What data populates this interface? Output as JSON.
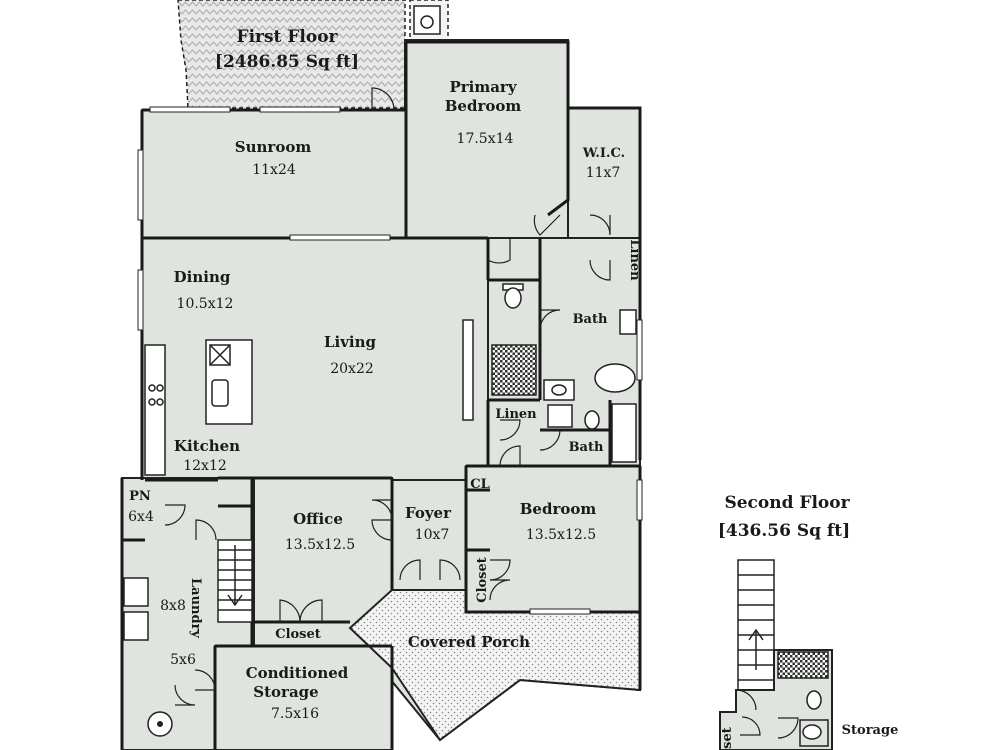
{
  "first_floor": {
    "title": "First Floor",
    "area": "[2486.85 Sq ft]"
  },
  "second_floor": {
    "title": "Second Floor",
    "area": "[436.56 Sq ft]"
  },
  "rooms": {
    "primary_bedroom": {
      "name_line1": "Primary",
      "name_line2": "Bedroom",
      "dims": "17.5x14"
    },
    "sunroom": {
      "name": "Sunroom",
      "dims": "11x24"
    },
    "wic": {
      "name": "W.I.C.",
      "dims": "11x7"
    },
    "linen_upper": {
      "name": "Linen"
    },
    "bath_primary": {
      "name": "Bath"
    },
    "dining": {
      "name": "Dining",
      "dims": "10.5x12"
    },
    "living": {
      "name": "Living",
      "dims": "20x22"
    },
    "kitchen": {
      "name": "Kitchen",
      "dims": "12x12"
    },
    "linen_lower": {
      "name": "Linen"
    },
    "bath_second": {
      "name": "Bath"
    },
    "cl": {
      "name": "CL"
    },
    "pn": {
      "name": "PN",
      "dims": "6x4"
    },
    "office": {
      "name": "Office",
      "dims": "13.5x12.5"
    },
    "foyer": {
      "name": "Foyer",
      "dims": "10x7"
    },
    "bedroom": {
      "name": "Bedroom",
      "dims": "13.5x12.5"
    },
    "closet_bedroom": {
      "name": "Closet"
    },
    "laundry": {
      "name": "Laundry",
      "dims": "8x8"
    },
    "mudroom": {
      "dims": "5x6"
    },
    "closet_office": {
      "name": "Closet"
    },
    "covered_porch": {
      "name": "Covered Porch"
    },
    "conditioned_storage": {
      "name_line1": "Conditioned",
      "name_line2": "Storage",
      "dims": "7.5x16"
    },
    "storage_second": {
      "name": "Storage"
    },
    "closet_second": {
      "name": "Closet"
    }
  }
}
